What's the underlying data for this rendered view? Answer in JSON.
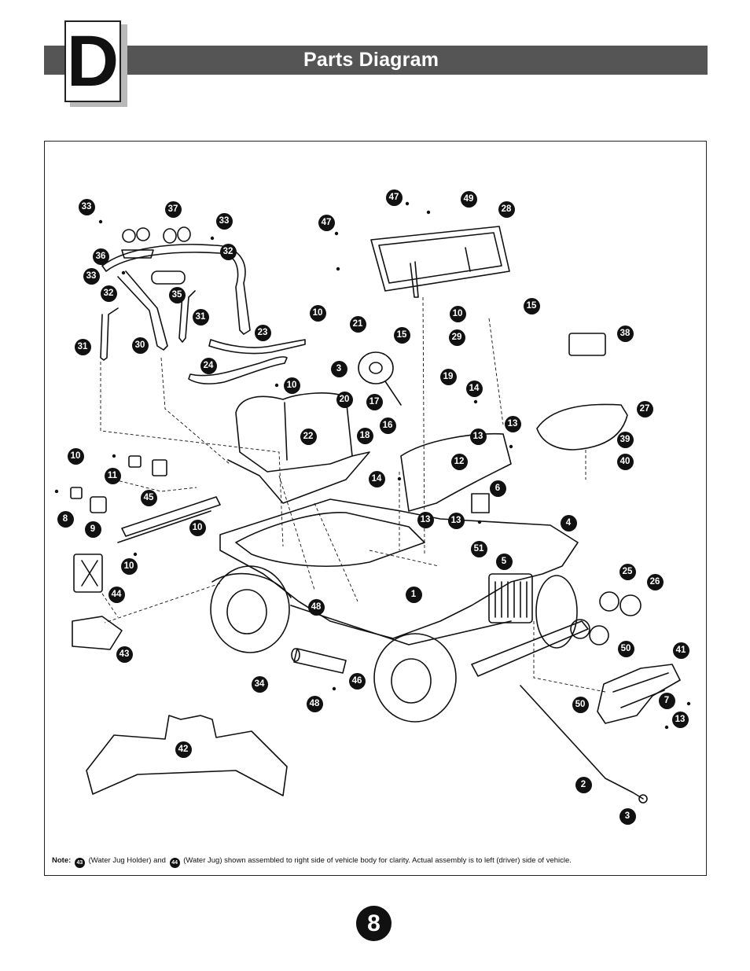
{
  "header": {
    "section_letter": "D",
    "title": "Parts Diagram"
  },
  "diagram": {
    "callouts": [
      "33",
      "37",
      "33",
      "36",
      "32",
      "33",
      "32",
      "35",
      "31",
      "31",
      "30",
      "47",
      "49",
      "28",
      "47",
      "10",
      "21",
      "10",
      "15",
      "15",
      "29",
      "38",
      "23",
      "3",
      "24",
      "10",
      "20",
      "19",
      "14",
      "17",
      "16",
      "27",
      "22",
      "18",
      "13",
      "13",
      "39",
      "40",
      "12",
      "10",
      "11",
      "14",
      "6",
      "45",
      "13",
      "13",
      "4",
      "8",
      "9",
      "10",
      "51",
      "10",
      "5",
      "25",
      "26",
      "44",
      "1",
      "48",
      "43",
      "50",
      "41",
      "34",
      "46",
      "48",
      "50",
      "7",
      "13",
      "42",
      "2",
      "3"
    ],
    "note": {
      "label": "Note:",
      "ref_a": "43",
      "text_a": "(Water Jug Holder) and",
      "ref_b": "44",
      "text_b": "(Water Jug) shown assembled to right side of vehicle body for clarity. Actual assembly is to left (driver) side of vehicle."
    }
  },
  "page": {
    "number": "8"
  }
}
